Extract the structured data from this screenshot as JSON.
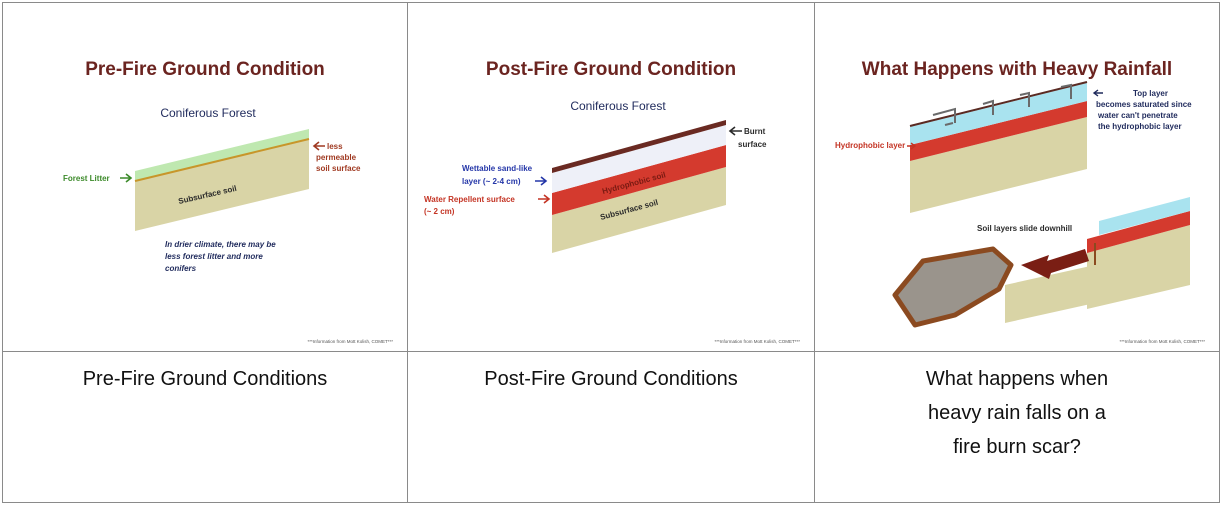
{
  "panels": [
    {
      "title": "Pre-Fire Ground Condition",
      "subtitle": "Coniferous Forest",
      "labels": {
        "forest_litter": "Forest Litter",
        "less_permeable_1": "less",
        "less_permeable_2": "permeable",
        "less_permeable_3": "soil surface",
        "subsurface": "Subsurface soil",
        "note_1": "In drier climate, there may be",
        "note_2": "less forest litter and more",
        "note_3": "conifers"
      },
      "footer": "***Information from Mott Kolish, COMET***",
      "caption": "Pre-Fire Ground Conditions"
    },
    {
      "title": "Post-Fire Ground Condition",
      "subtitle": "Coniferous Forest",
      "labels": {
        "burnt_1": "Burnt",
        "burnt_2": "surface",
        "wettable_1": "Wettable sand-like",
        "wettable_2": "layer (~ 2-4 cm)",
        "repellent_1": "Water Repellent surface",
        "repellent_2": "(~ 2 cm)",
        "hydrophobic": "Hydrophobic soil",
        "subsurface": "Subsurface soil"
      },
      "footer": "***Information from Mott Kolish, COMET***",
      "caption": "Post-Fire Ground Conditions"
    },
    {
      "title": "What Happens with Heavy Rainfall",
      "labels": {
        "top_1": "Top layer",
        "top_2": "becomes saturated since",
        "top_3": "water can't penetrate",
        "top_4": "the hydrophobic layer",
        "hydrophobic": "Hydrophobic layer",
        "slide": "Soil layers slide downhill"
      },
      "footer": "***Information from Mott Kolish, COMET***",
      "caption_lines": [
        "What happens when",
        "heavy rain falls on a",
        "fire burn scar?"
      ]
    }
  ],
  "colors": {
    "title": "#6b2420",
    "soil": "#d9d4a6",
    "litter": "#bfe8b0",
    "burnt": "#6a2a22",
    "wettable": "#eef0f8",
    "hydrophobic": "#d43a2e",
    "water": "#a9e3ef",
    "green_label": "#3c8a2a",
    "blue_label": "#2436a8",
    "red_label": "#c43424",
    "debris": "#9a948c",
    "debris_border": "#8b4a20"
  }
}
